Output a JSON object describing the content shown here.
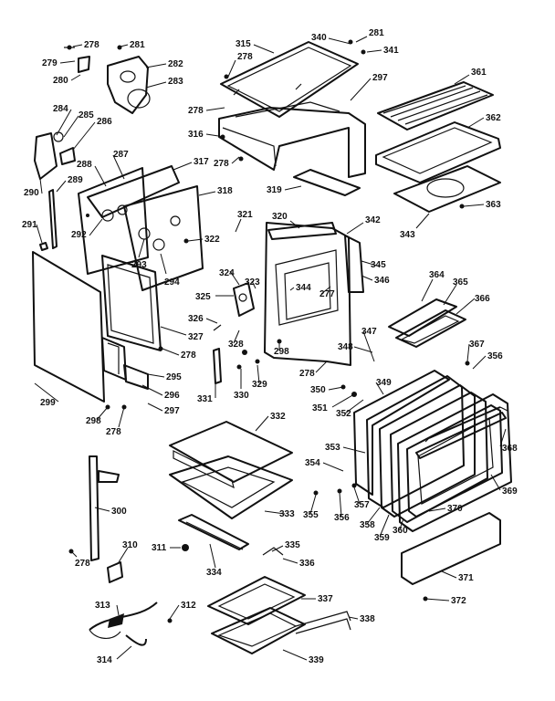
{
  "labels": [
    {
      "id": "c278a",
      "text": "278"
    },
    {
      "id": "c281a",
      "text": "281"
    },
    {
      "id": "c279",
      "text": "279"
    },
    {
      "id": "c282",
      "text": "282"
    },
    {
      "id": "c280",
      "text": "280"
    },
    {
      "id": "c283",
      "text": "283"
    },
    {
      "id": "c315",
      "text": "315"
    },
    {
      "id": "c278b",
      "text": "278"
    },
    {
      "id": "c340",
      "text": "340"
    },
    {
      "id": "c281b",
      "text": "281"
    },
    {
      "id": "c341",
      "text": "341"
    },
    {
      "id": "c361",
      "text": "361"
    },
    {
      "id": "c297a",
      "text": "297"
    },
    {
      "id": "c278c",
      "text": "278"
    },
    {
      "id": "c362",
      "text": "362"
    },
    {
      "id": "c284",
      "text": "284"
    },
    {
      "id": "c285",
      "text": "285"
    },
    {
      "id": "c286",
      "text": "286"
    },
    {
      "id": "c316",
      "text": "316"
    },
    {
      "id": "c278d",
      "text": "278"
    },
    {
      "id": "c287",
      "text": "287"
    },
    {
      "id": "c317",
      "text": "317"
    },
    {
      "id": "c288",
      "text": "288"
    },
    {
      "id": "c289",
      "text": "289"
    },
    {
      "id": "c290",
      "text": "290"
    },
    {
      "id": "c318",
      "text": "318"
    },
    {
      "id": "c319",
      "text": "319"
    },
    {
      "id": "c363",
      "text": "363"
    },
    {
      "id": "c343",
      "text": "343"
    },
    {
      "id": "c321",
      "text": "321"
    },
    {
      "id": "c320",
      "text": "320"
    },
    {
      "id": "c342",
      "text": "342"
    },
    {
      "id": "c291",
      "text": "291"
    },
    {
      "id": "c292",
      "text": "292"
    },
    {
      "id": "c322",
      "text": "322"
    },
    {
      "id": "c293",
      "text": "293"
    },
    {
      "id": "c345",
      "text": "345"
    },
    {
      "id": "c324",
      "text": "324"
    },
    {
      "id": "c294",
      "text": "294"
    },
    {
      "id": "c323",
      "text": "323"
    },
    {
      "id": "c346",
      "text": "346"
    },
    {
      "id": "c344",
      "text": "344"
    },
    {
      "id": "c277",
      "text": "277"
    },
    {
      "id": "c364",
      "text": "364"
    },
    {
      "id": "c365",
      "text": "365"
    },
    {
      "id": "c325",
      "text": "325"
    },
    {
      "id": "c366",
      "text": "366"
    },
    {
      "id": "c326",
      "text": "326"
    },
    {
      "id": "c327",
      "text": "327"
    },
    {
      "id": "c347",
      "text": "347"
    },
    {
      "id": "c328",
      "text": "328"
    },
    {
      "id": "c367",
      "text": "367"
    },
    {
      "id": "c348",
      "text": "348"
    },
    {
      "id": "c356a",
      "text": "356"
    },
    {
      "id": "c278e",
      "text": "278"
    },
    {
      "id": "c298a",
      "text": "298"
    },
    {
      "id": "c295",
      "text": "295"
    },
    {
      "id": "c278f",
      "text": "278"
    },
    {
      "id": "c349",
      "text": "349"
    },
    {
      "id": "c329",
      "text": "329"
    },
    {
      "id": "c299",
      "text": "299"
    },
    {
      "id": "c296",
      "text": "296"
    },
    {
      "id": "c330",
      "text": "330"
    },
    {
      "id": "c350",
      "text": "350"
    },
    {
      "id": "c331",
      "text": "331"
    },
    {
      "id": "c297b",
      "text": "297"
    },
    {
      "id": "c351",
      "text": "351"
    },
    {
      "id": "c352",
      "text": "352"
    },
    {
      "id": "c298b",
      "text": "298"
    },
    {
      "id": "c278g",
      "text": "278"
    },
    {
      "id": "c332",
      "text": "332"
    },
    {
      "id": "c368",
      "text": "368"
    },
    {
      "id": "c353",
      "text": "353"
    },
    {
      "id": "c354",
      "text": "354"
    },
    {
      "id": "c369",
      "text": "369"
    },
    {
      "id": "c300",
      "text": "300"
    },
    {
      "id": "c355",
      "text": "355"
    },
    {
      "id": "c356b",
      "text": "356"
    },
    {
      "id": "c357",
      "text": "357"
    },
    {
      "id": "c333",
      "text": "333"
    },
    {
      "id": "c370",
      "text": "370"
    },
    {
      "id": "c358",
      "text": "358"
    },
    {
      "id": "c359",
      "text": "359"
    },
    {
      "id": "c360",
      "text": "360"
    },
    {
      "id": "c311",
      "text": "311"
    },
    {
      "id": "c310",
      "text": "310"
    },
    {
      "id": "c335",
      "text": "335"
    },
    {
      "id": "c334",
      "text": "334"
    },
    {
      "id": "c336",
      "text": "336"
    },
    {
      "id": "c278h",
      "text": "278"
    },
    {
      "id": "c371",
      "text": "371"
    },
    {
      "id": "c313",
      "text": "313"
    },
    {
      "id": "c312",
      "text": "312"
    },
    {
      "id": "c337",
      "text": "337"
    },
    {
      "id": "c372",
      "text": "372"
    },
    {
      "id": "c338",
      "text": "338"
    },
    {
      "id": "c314",
      "text": "314"
    },
    {
      "id": "c339",
      "text": "339"
    }
  ]
}
